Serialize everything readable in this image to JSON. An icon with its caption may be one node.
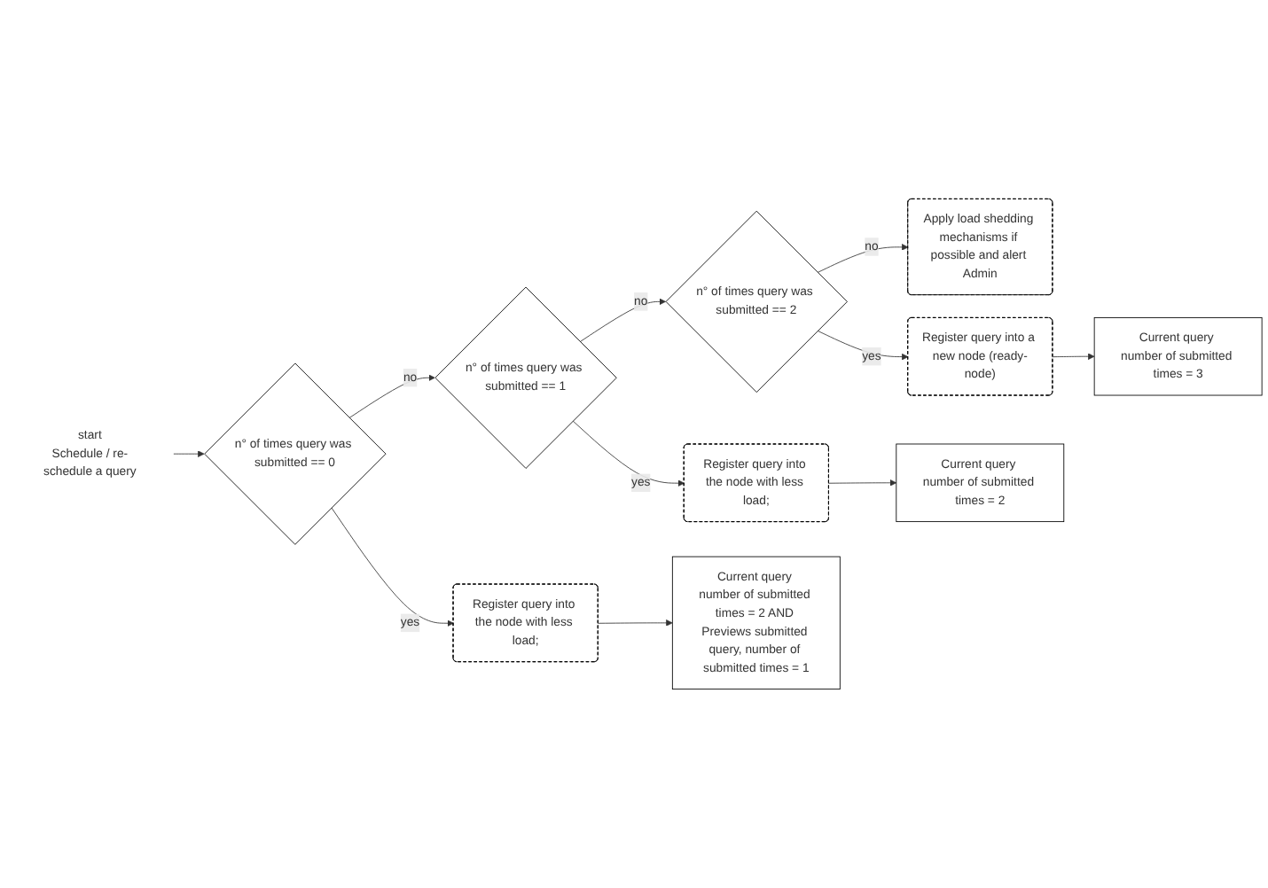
{
  "diagram": {
    "nodes": [
      {
        "text": [
          "start",
          "Schedule / re-schedule a query"
        ]
      },
      {
        "text": [
          "n° of times query was submitted == 0"
        ]
      },
      {
        "text": [
          "n° of times query was submitted == 1"
        ]
      },
      {
        "text": [
          "n° of times query was submitted == 2"
        ]
      },
      {
        "text": [
          "Apply load shedding mechanisms if possible and alert Admin"
        ]
      },
      {
        "text": [
          "Register query into the node with less load;"
        ]
      },
      {
        "text": [
          "Register query into the node with less load;"
        ]
      },
      {
        "text": [
          "Register query into a new node (ready-node)"
        ]
      },
      {
        "text": [
          "Current query number of submitted times = 2 AND Previews submitted query, number of submitted times = 1"
        ]
      },
      {
        "text": [
          "Current query number of submitted times = 2"
        ]
      },
      {
        "text": [
          "Current query number of submitted times = 3"
        ]
      }
    ],
    "edges": [
      {
        "from": 0,
        "to": 1,
        "arrow": "to"
      },
      {
        "from": 1,
        "to": 2,
        "arrow": "to",
        "label": "no"
      },
      {
        "from": 2,
        "to": 3,
        "arrow": "to",
        "label": "no"
      },
      {
        "from": 3,
        "to": 4,
        "arrow": "to",
        "label": "no"
      },
      {
        "from": 1,
        "to": 5,
        "arrow": "to",
        "label": "yes"
      },
      {
        "from": 2,
        "to": 6,
        "arrow": "to",
        "label": "yes"
      },
      {
        "from": 3,
        "to": 7,
        "arrow": "to",
        "label": "yes"
      },
      {
        "from": 5,
        "to": 8,
        "arrow": "to"
      },
      {
        "from": 6,
        "to": 9,
        "arrow": "to"
      },
      {
        "from": 7,
        "to": 10,
        "arrow": "to"
      }
    ]
  }
}
